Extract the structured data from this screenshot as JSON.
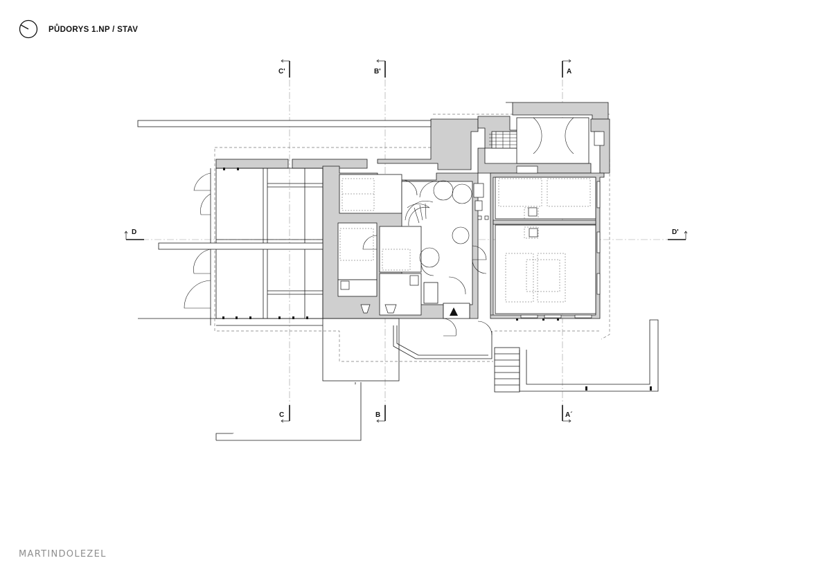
{
  "sheet": {
    "title": "PŮDORYS 1.NP / STAV",
    "brand": "MARTINDOLEZEL",
    "north_icon": "north-arrow-icon"
  },
  "section_markers": {
    "c_top": "C'",
    "c_bottom": "C",
    "b_top": "B'",
    "b_bottom": "B",
    "a_top": "A",
    "a_bottom": "A´",
    "d_left": "D",
    "d_right": "D'"
  },
  "colors": {
    "wall_fill": "#cfcfcf",
    "line": "#1a1a1a",
    "dashed": "#777777",
    "brand": "#8e8e8e"
  }
}
